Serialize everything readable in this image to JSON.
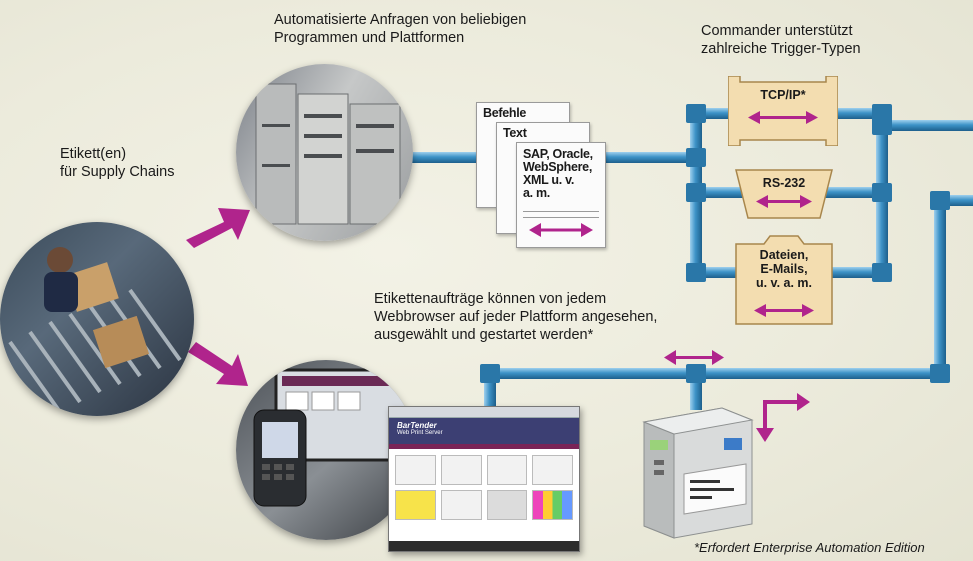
{
  "captions": {
    "top_requests": [
      "Automatisierte Anfragen von beliebigen",
      "Programmen und Plattformen"
    ],
    "top_triggers": [
      "Commander unterstützt",
      "zahlreiche Trigger-Typen"
    ],
    "supply_chain": [
      "Etikett(en)",
      "für Supply Chains"
    ],
    "web_jobs": [
      "Etikettenaufträge können von jedem",
      "Webbrowser auf jeder Plattform angesehen,",
      "ausgewählt und gestartet werden*"
    ]
  },
  "documents": {
    "doc1": "Befehle",
    "doc2": "Text",
    "doc3": [
      "SAP, Oracle,",
      "WebSphere,",
      "XML u. v.",
      "a. m."
    ]
  },
  "triggers": {
    "tcp": "TCP/IP*",
    "rs232": "RS-232",
    "files": [
      "Dateien,",
      "E-Mails,",
      "u. v. a. m."
    ]
  },
  "footnote": "*Erfordert Enterprise Automation Edition",
  "browser": {
    "brand": "BarTender",
    "subtitle": "Web Print Server"
  },
  "colors": {
    "pipe": "#3b8fc0",
    "arrow": "#b0248c",
    "trigger_fill": "#f3ddb0"
  }
}
